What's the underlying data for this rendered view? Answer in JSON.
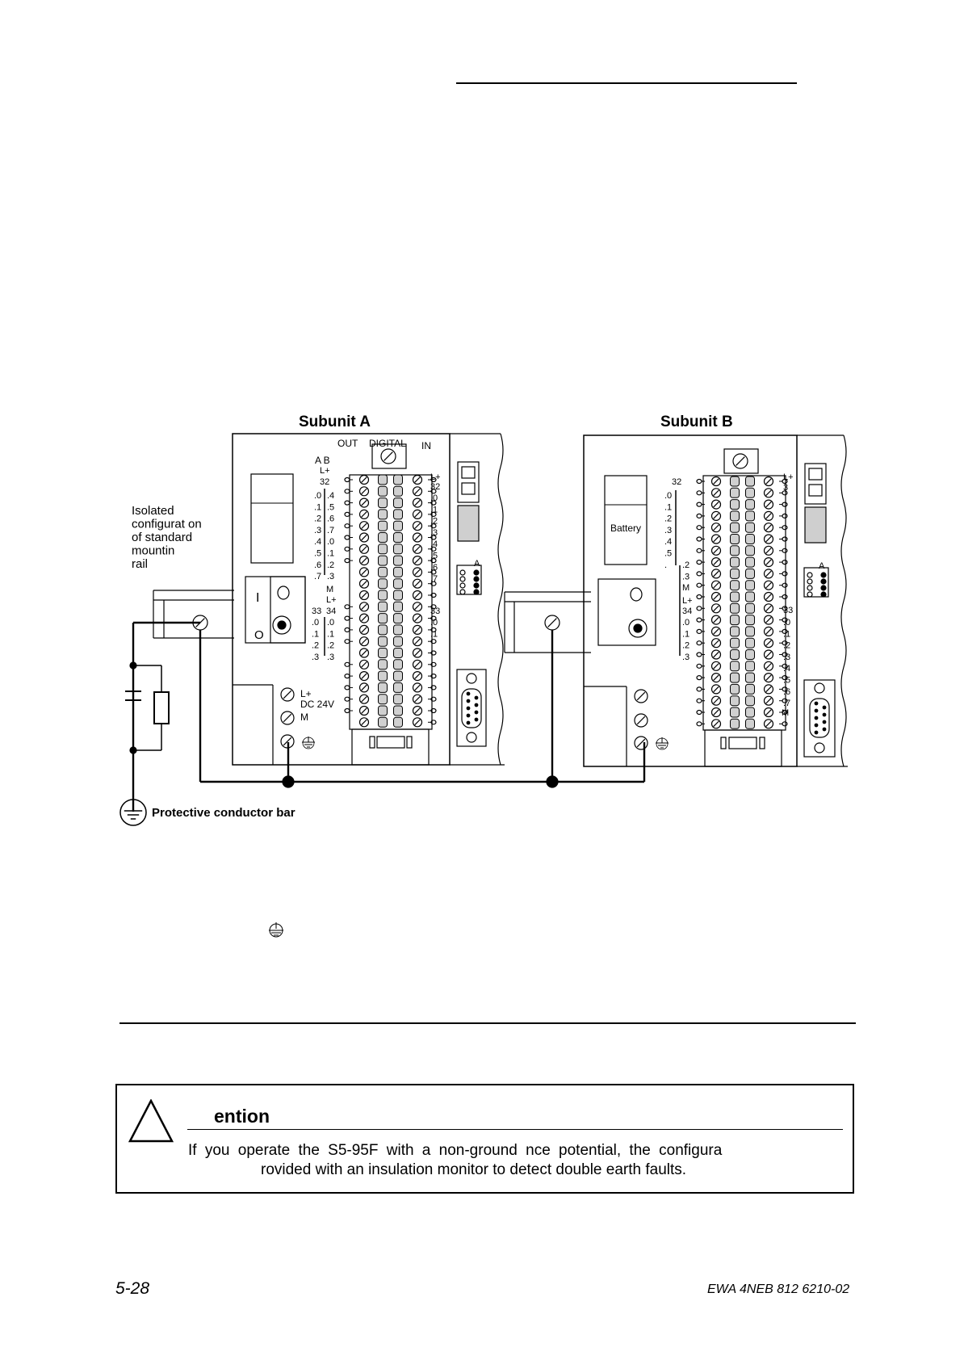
{
  "figure": {
    "subunit_a_title": "Subunit A",
    "subunit_b_title": "Subunit B",
    "isolated_label": [
      "Isolated",
      "configurat on",
      "of standard",
      "mountin",
      "rail"
    ],
    "protective_bar_label": "Protective conductor bar",
    "module_a": {
      "out": "OUT",
      "digital": "DIGITAL",
      "in": "IN",
      "col_ab": "A  B",
      "lp": "L+",
      "n32": "32",
      "outA_labels": [
        ".0",
        ".1",
        ".2",
        ".3",
        ".4",
        ".5",
        ".6",
        ".7"
      ],
      "outB_labels": [
        ".4",
        ".5",
        ".6",
        ".7",
        ".0",
        ".1",
        ".2",
        ".3"
      ],
      "m": "M",
      "n33": "33",
      "n34": "34",
      "out2A_labels": [
        ".0",
        ".1",
        ".2",
        ".3"
      ],
      "out2B_labels": [
        ".0",
        ".1",
        ".2",
        ".3"
      ],
      "in_lp": "L+",
      "in_32": "32",
      "in_labels": [
        ".0",
        ".1",
        ".2",
        ".3",
        ".4",
        ".5",
        ".6",
        ".7"
      ],
      "in_33": "33",
      "in2_labels": [
        ".0",
        ".1"
      ],
      "switch_on": "I",
      "switch_off": "O",
      "supply_lp": "L+",
      "supply_dc": "DC 24V",
      "supply_m": "M",
      "port_letter": "A"
    },
    "module_b": {
      "battery": "Battery",
      "n32": "32",
      "labels1": [
        ".0",
        ".1",
        ".2",
        ".3",
        ".4",
        ".5",
        "."
      ],
      "labels2": [
        ".2",
        ".3"
      ],
      "m": "M",
      "lp": "L+",
      "n34": "34",
      "labels3": [
        ".0",
        ".1",
        ".2",
        ".3"
      ],
      "in_lp": "L+",
      "in_3": "3",
      "in_33": "33",
      "in_labels": [
        ".0",
        ".1",
        ".2",
        ".3",
        ".4",
        ".5",
        ".6",
        ".7"
      ],
      "in_m": "M",
      "port_letter": "A"
    }
  },
  "caution": {
    "title": "ention",
    "line1": "If you operate the S5-95F with a non-ground            nce potential, the configura",
    "line2": "rovided with an insulation monitor to detect double earth faults."
  },
  "footer": {
    "page": "5-28",
    "doc_id": "EWA 4NEB 812 6210-02"
  }
}
